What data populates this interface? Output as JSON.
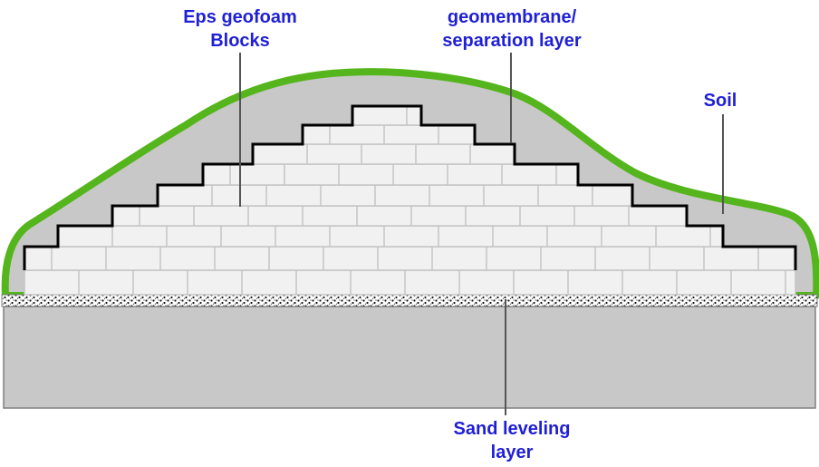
{
  "labels": {
    "eps_blocks": [
      "Eps geofoam",
      "Blocks"
    ],
    "geomembrane": [
      "geomembrane/",
      "separation layer"
    ],
    "soil": [
      "Soil"
    ],
    "sand_leveling": [
      "Sand leveling",
      "layer"
    ]
  },
  "colors": {
    "grass": "#55b51c",
    "soil_fill": "#c8c8c8",
    "block_fill": "#f1f1f1",
    "block_seam": "#c4c4c4",
    "foundation": "#c8c8c8",
    "geomembrane": "#000000",
    "label_text": "#1f1fd6"
  }
}
